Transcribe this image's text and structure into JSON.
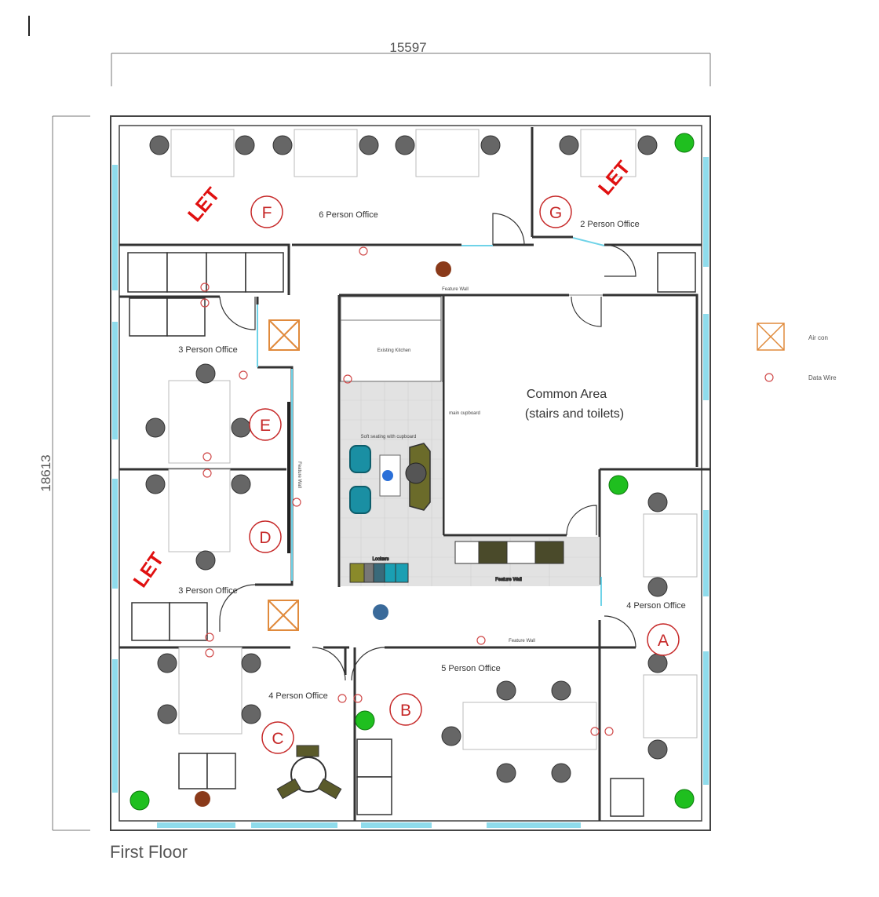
{
  "dimensions": {
    "width": "15597",
    "height": "18613"
  },
  "floor_label": "First Floor",
  "common_area": {
    "line1": "Common Area",
    "line2": "(stairs and toilets)"
  },
  "rooms": [
    {
      "letter": "F",
      "label": "6 Person Office"
    },
    {
      "letter": "G",
      "label": "2 Person Office"
    },
    {
      "letter": "E",
      "label": "3 Person Office"
    },
    {
      "letter": "D",
      "label": "3 Person Office"
    },
    {
      "letter": "C",
      "label": "4 Person Office"
    },
    {
      "letter": "B",
      "label": "5 Person Office"
    },
    {
      "letter": "A",
      "label": "4 Person Office"
    }
  ],
  "let_badges": [
    "LET",
    "LET",
    "LET"
  ],
  "small_labels": {
    "kitchen": "Existing Kitchen",
    "cupboard": "main cupboard",
    "breakout": "Soft seating with cupboard",
    "lockers": "Lockers",
    "feature_wall": "Feature Wall",
    "feature_wall_top": "Feature Wall",
    "feature_wall_bottom": "Feature Wall",
    "feature_wall_right": "Feature Wall"
  },
  "legend": [
    {
      "symbol": "air-con",
      "label": "Air con"
    },
    {
      "symbol": "data-wire",
      "label": "Data Wire"
    }
  ],
  "colors": {
    "wall": "#333333",
    "glazing": "#6fd3e8",
    "circle": "#c62828",
    "let": "#e01010",
    "plant": "#1fbf1f",
    "floor_tile": "#e2e2e2",
    "aircon": "#e08a3c",
    "chair": "#666666",
    "teal_chair": "#1a8fa3",
    "sofa": "#6b6b2a"
  }
}
